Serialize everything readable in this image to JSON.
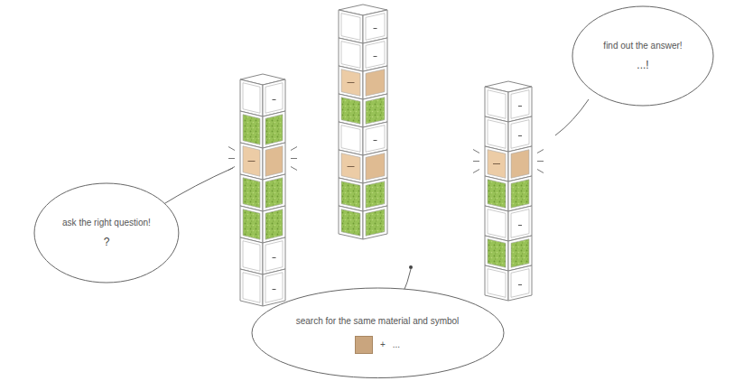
{
  "diagram": {
    "nodes": [
      {
        "text": [
          "find out the answer!",
          "...!"
        ]
      },
      {
        "text": [
          "ask the right question!",
          "?"
        ]
      },
      {
        "text": [
          "search for the same material and symbol",
          "+",
          "..."
        ]
      }
    ]
  }
}
